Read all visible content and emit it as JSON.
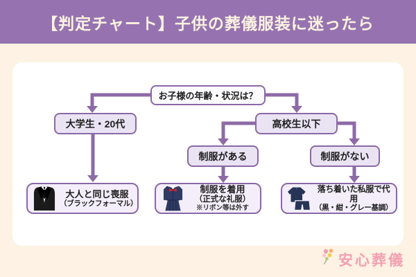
{
  "header": {
    "title": "【判定チャート】子供の葬儀服装に迷ったら"
  },
  "flowchart": {
    "question": "お子様の年齢・状況は？",
    "branch_left": "大学生・20代",
    "branch_right": "高校生以下",
    "uniform_yes": "制服がある",
    "uniform_no": "制服がない",
    "results": [
      {
        "icon": "black-suit-icon",
        "title": "大人と同じ喪服",
        "subtitle": "（ブラックフォーマル）"
      },
      {
        "icon": "school-uniform-icon",
        "title": "制服を着用",
        "subtitle": "（正式な礼服）",
        "note": "※リボン等は外す"
      },
      {
        "icon": "plain-clothes-icon",
        "title": "落ち着いた私服で代用",
        "subtitle": "（黒・紺・グレー基調）"
      }
    ]
  },
  "footer": {
    "logo_text": "安心葬儀",
    "logo_icon": "flower-bouquet-icon"
  },
  "colors": {
    "header_bg": "#9673b0",
    "header_text": "#fbf2e0",
    "page_bg": "#fdf2e3",
    "card_bg": "#ffffff",
    "arrow": "#8d6ba6",
    "node_border": "#8a68a6",
    "node_fill": "#eae3f3",
    "result_fill": "#f3eef9",
    "logo_pink": "#f2a1b2"
  }
}
